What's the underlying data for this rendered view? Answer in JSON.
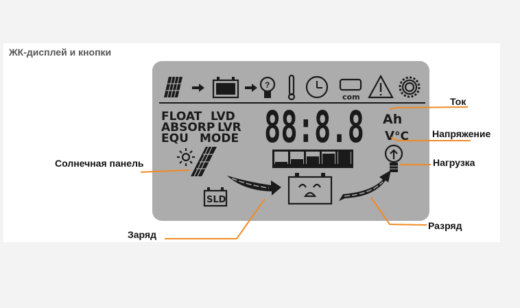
{
  "title": "ЖК-дисплей и кнопки",
  "colors": {
    "lcd_bg": "#acacac",
    "leader_line": "#f08a24",
    "segment": "#1a1a1a"
  },
  "lcd": {
    "status_rows": [
      [
        "FLOAT",
        "LVD"
      ],
      [
        "ABSORP",
        "LVR"
      ],
      [
        "EQU",
        "MODE"
      ]
    ],
    "digits": "88:8.8",
    "unit_top": "Ah",
    "unit_bottom_v": "V",
    "unit_bottom_c": "°C",
    "sld": "SLD",
    "com": "com",
    "top_icons": [
      "solar-panel-icon",
      "arrow-right-icon",
      "battery-icon",
      "arrow-right-icon",
      "bulb-icon",
      "thermometer-icon",
      "clock-icon",
      "com-port-icon",
      "warning-icon",
      "gear-icon"
    ],
    "battery_level_bars": 5
  },
  "labels": {
    "current": "Ток",
    "voltage": "Напряжение",
    "load": "Нагрузка",
    "solar_panel": "Солнечная панель",
    "charge": "Заряд",
    "discharge": "Разряд"
  }
}
